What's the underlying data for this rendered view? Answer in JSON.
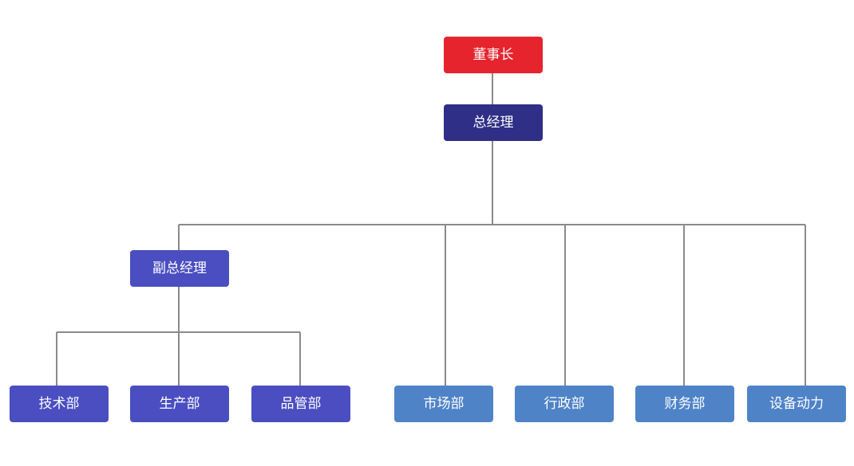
{
  "org_chart": {
    "chairman": "董事长",
    "general_manager": "总经理",
    "deputy_general_manager": "副总经理",
    "deputy_departments": [
      "技术部",
      "生产部",
      "品管部"
    ],
    "direct_departments": [
      "市场部",
      "行政部",
      "财务部",
      "设备动力"
    ]
  },
  "colors": {
    "chairman": "#e6242e",
    "general_manager": "#2f2f87",
    "deputy_branch": "#4a4ec1",
    "direct_departments": "#4f83c8",
    "connector": "#8a8a8a"
  }
}
